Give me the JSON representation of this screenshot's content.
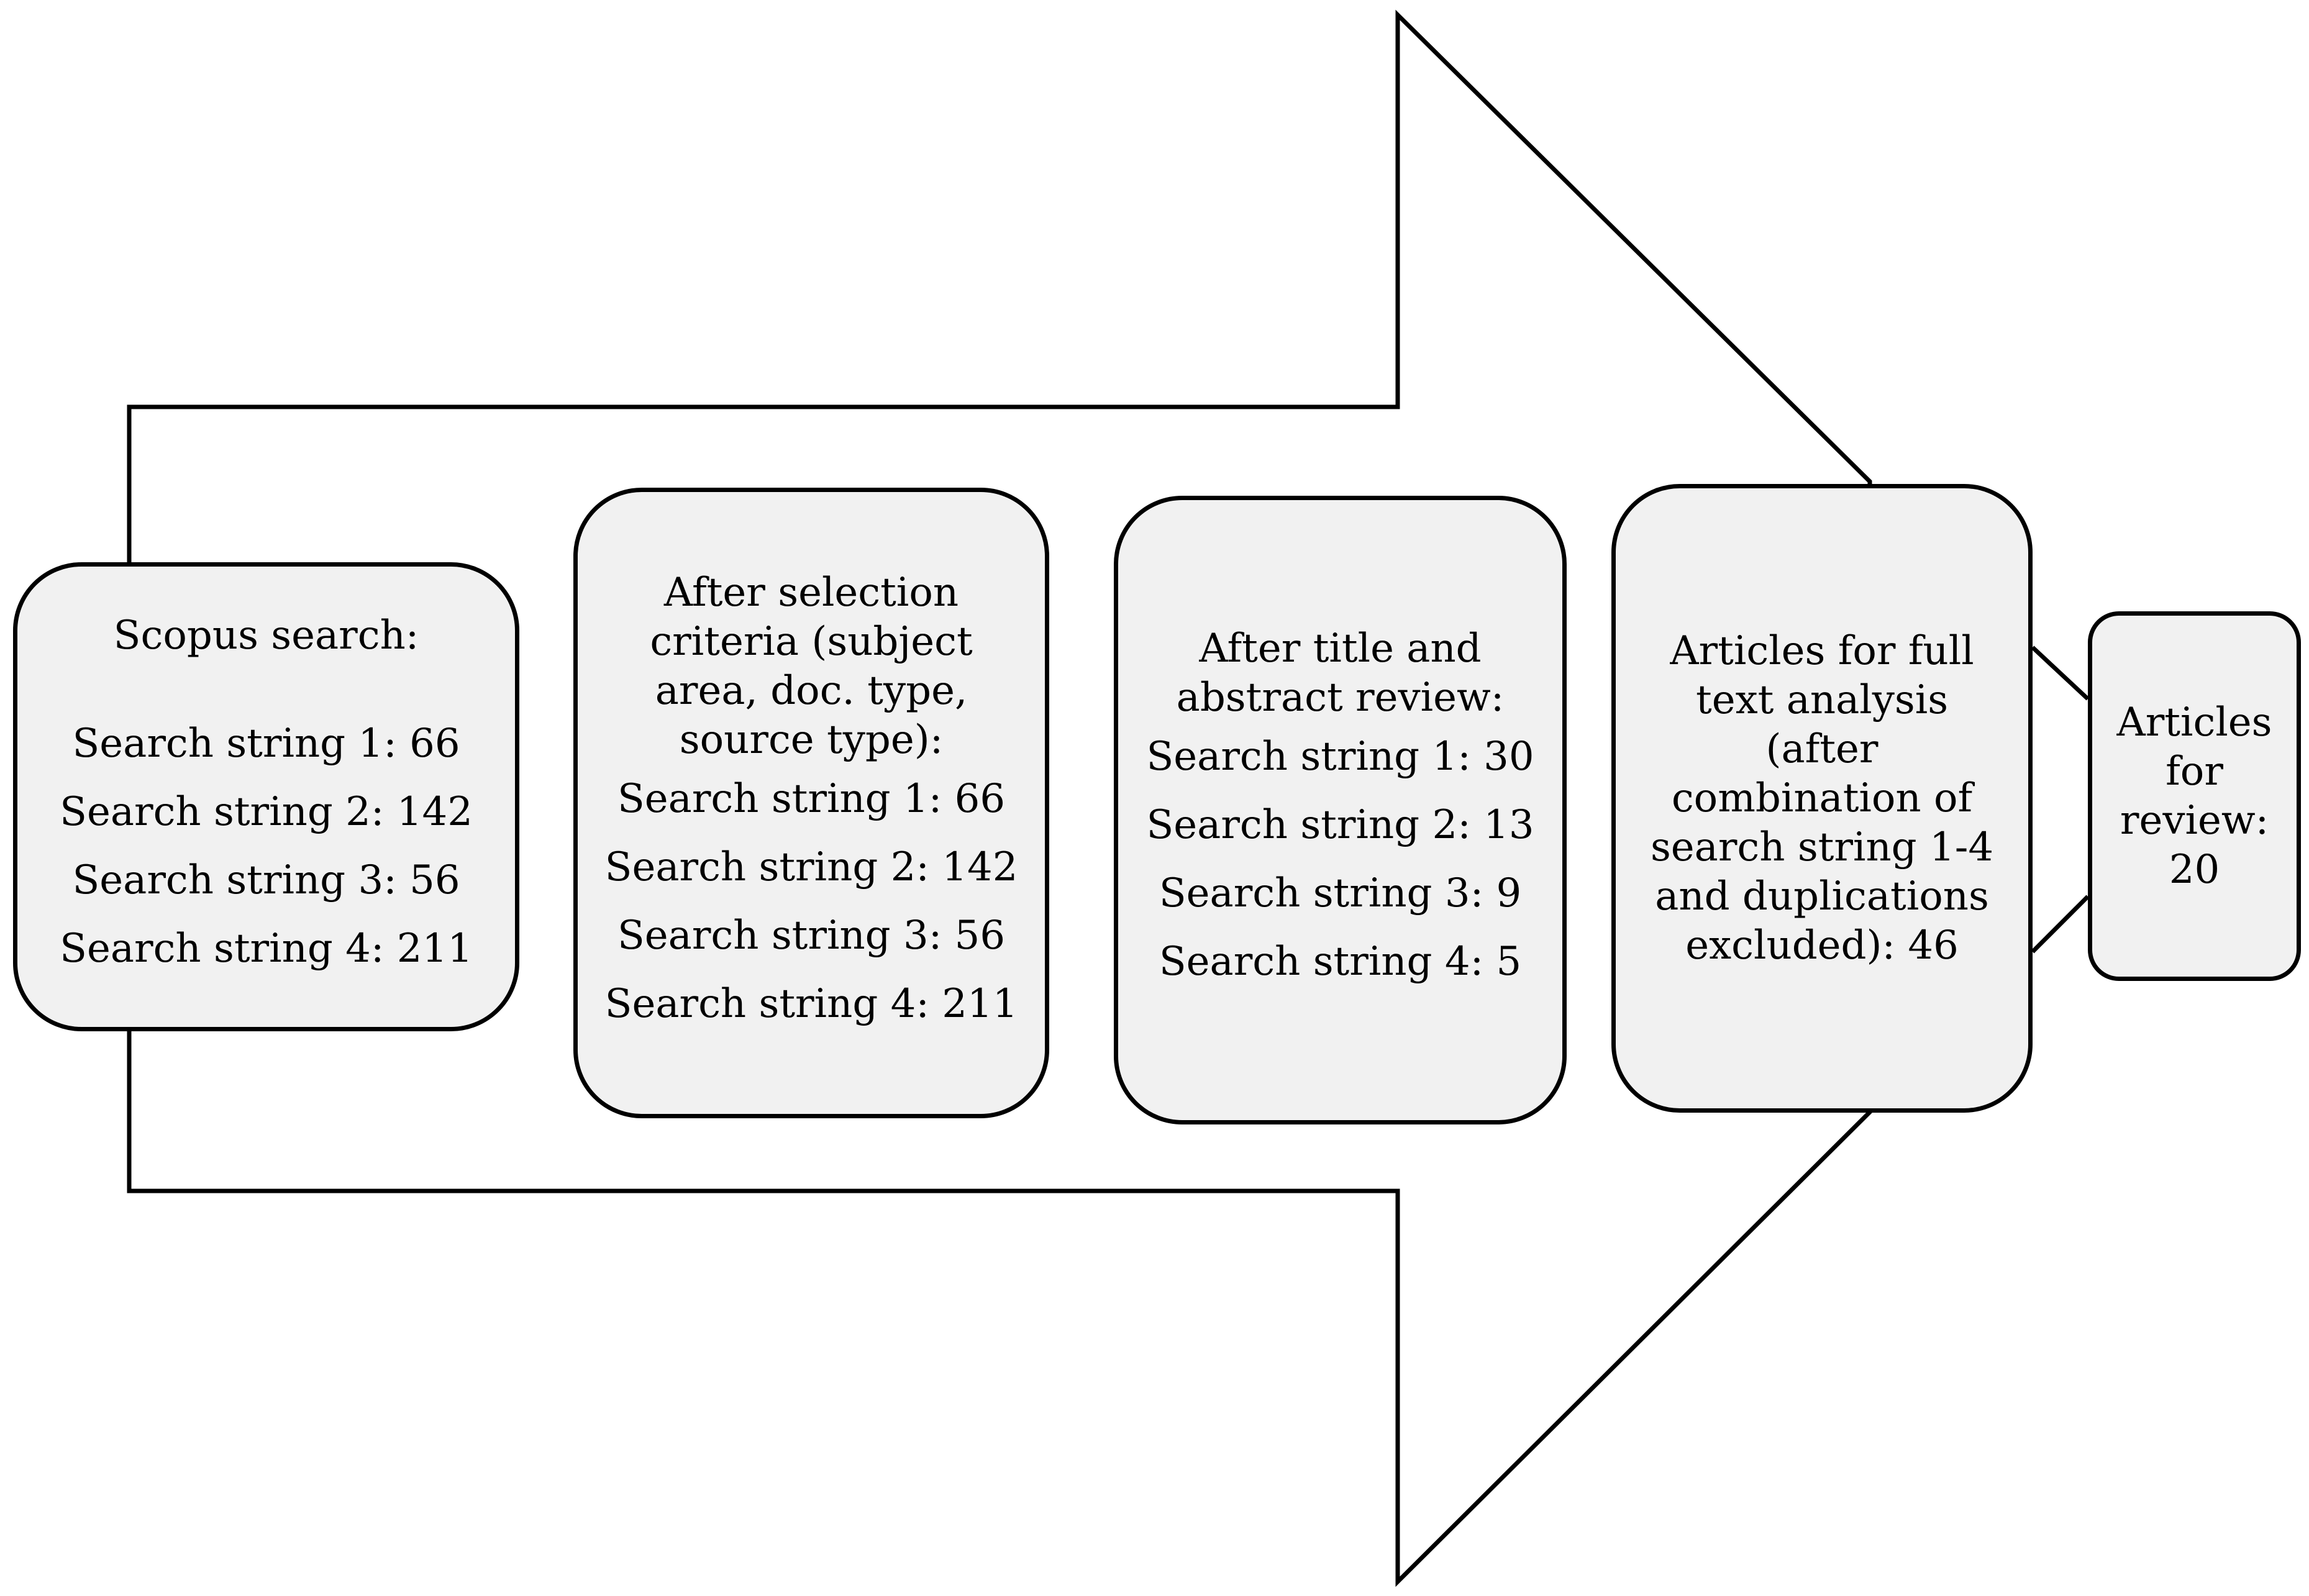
{
  "diagram": {
    "stages": [
      {
        "lines": [
          "Scopus search:"
        ],
        "counts": [
          "Search string 1: 66",
          "Search string 2: 142",
          "Search string 3: 56",
          "Search string 4: 211"
        ]
      },
      {
        "lines": [
          "After selection",
          "criteria (subject",
          "area, doc. type,",
          "source type):"
        ],
        "counts": [
          "Search string 1: 66",
          "Search string 2: 142",
          "Search string 3: 56",
          "Search string 4: 211"
        ]
      },
      {
        "lines": [
          "After title and",
          "abstract review:"
        ],
        "counts": [
          "Search string 1: 30",
          "Search string 2: 13",
          "Search string 3: 9",
          "Search string 4: 5"
        ]
      },
      {
        "lines": [
          "Articles for full",
          "text analysis",
          "(after",
          "combination of",
          "search string 1-4",
          "and duplications",
          "excluded): 46"
        ]
      },
      {
        "lines": [
          "Articles",
          "for",
          "review:",
          "20"
        ]
      }
    ]
  }
}
